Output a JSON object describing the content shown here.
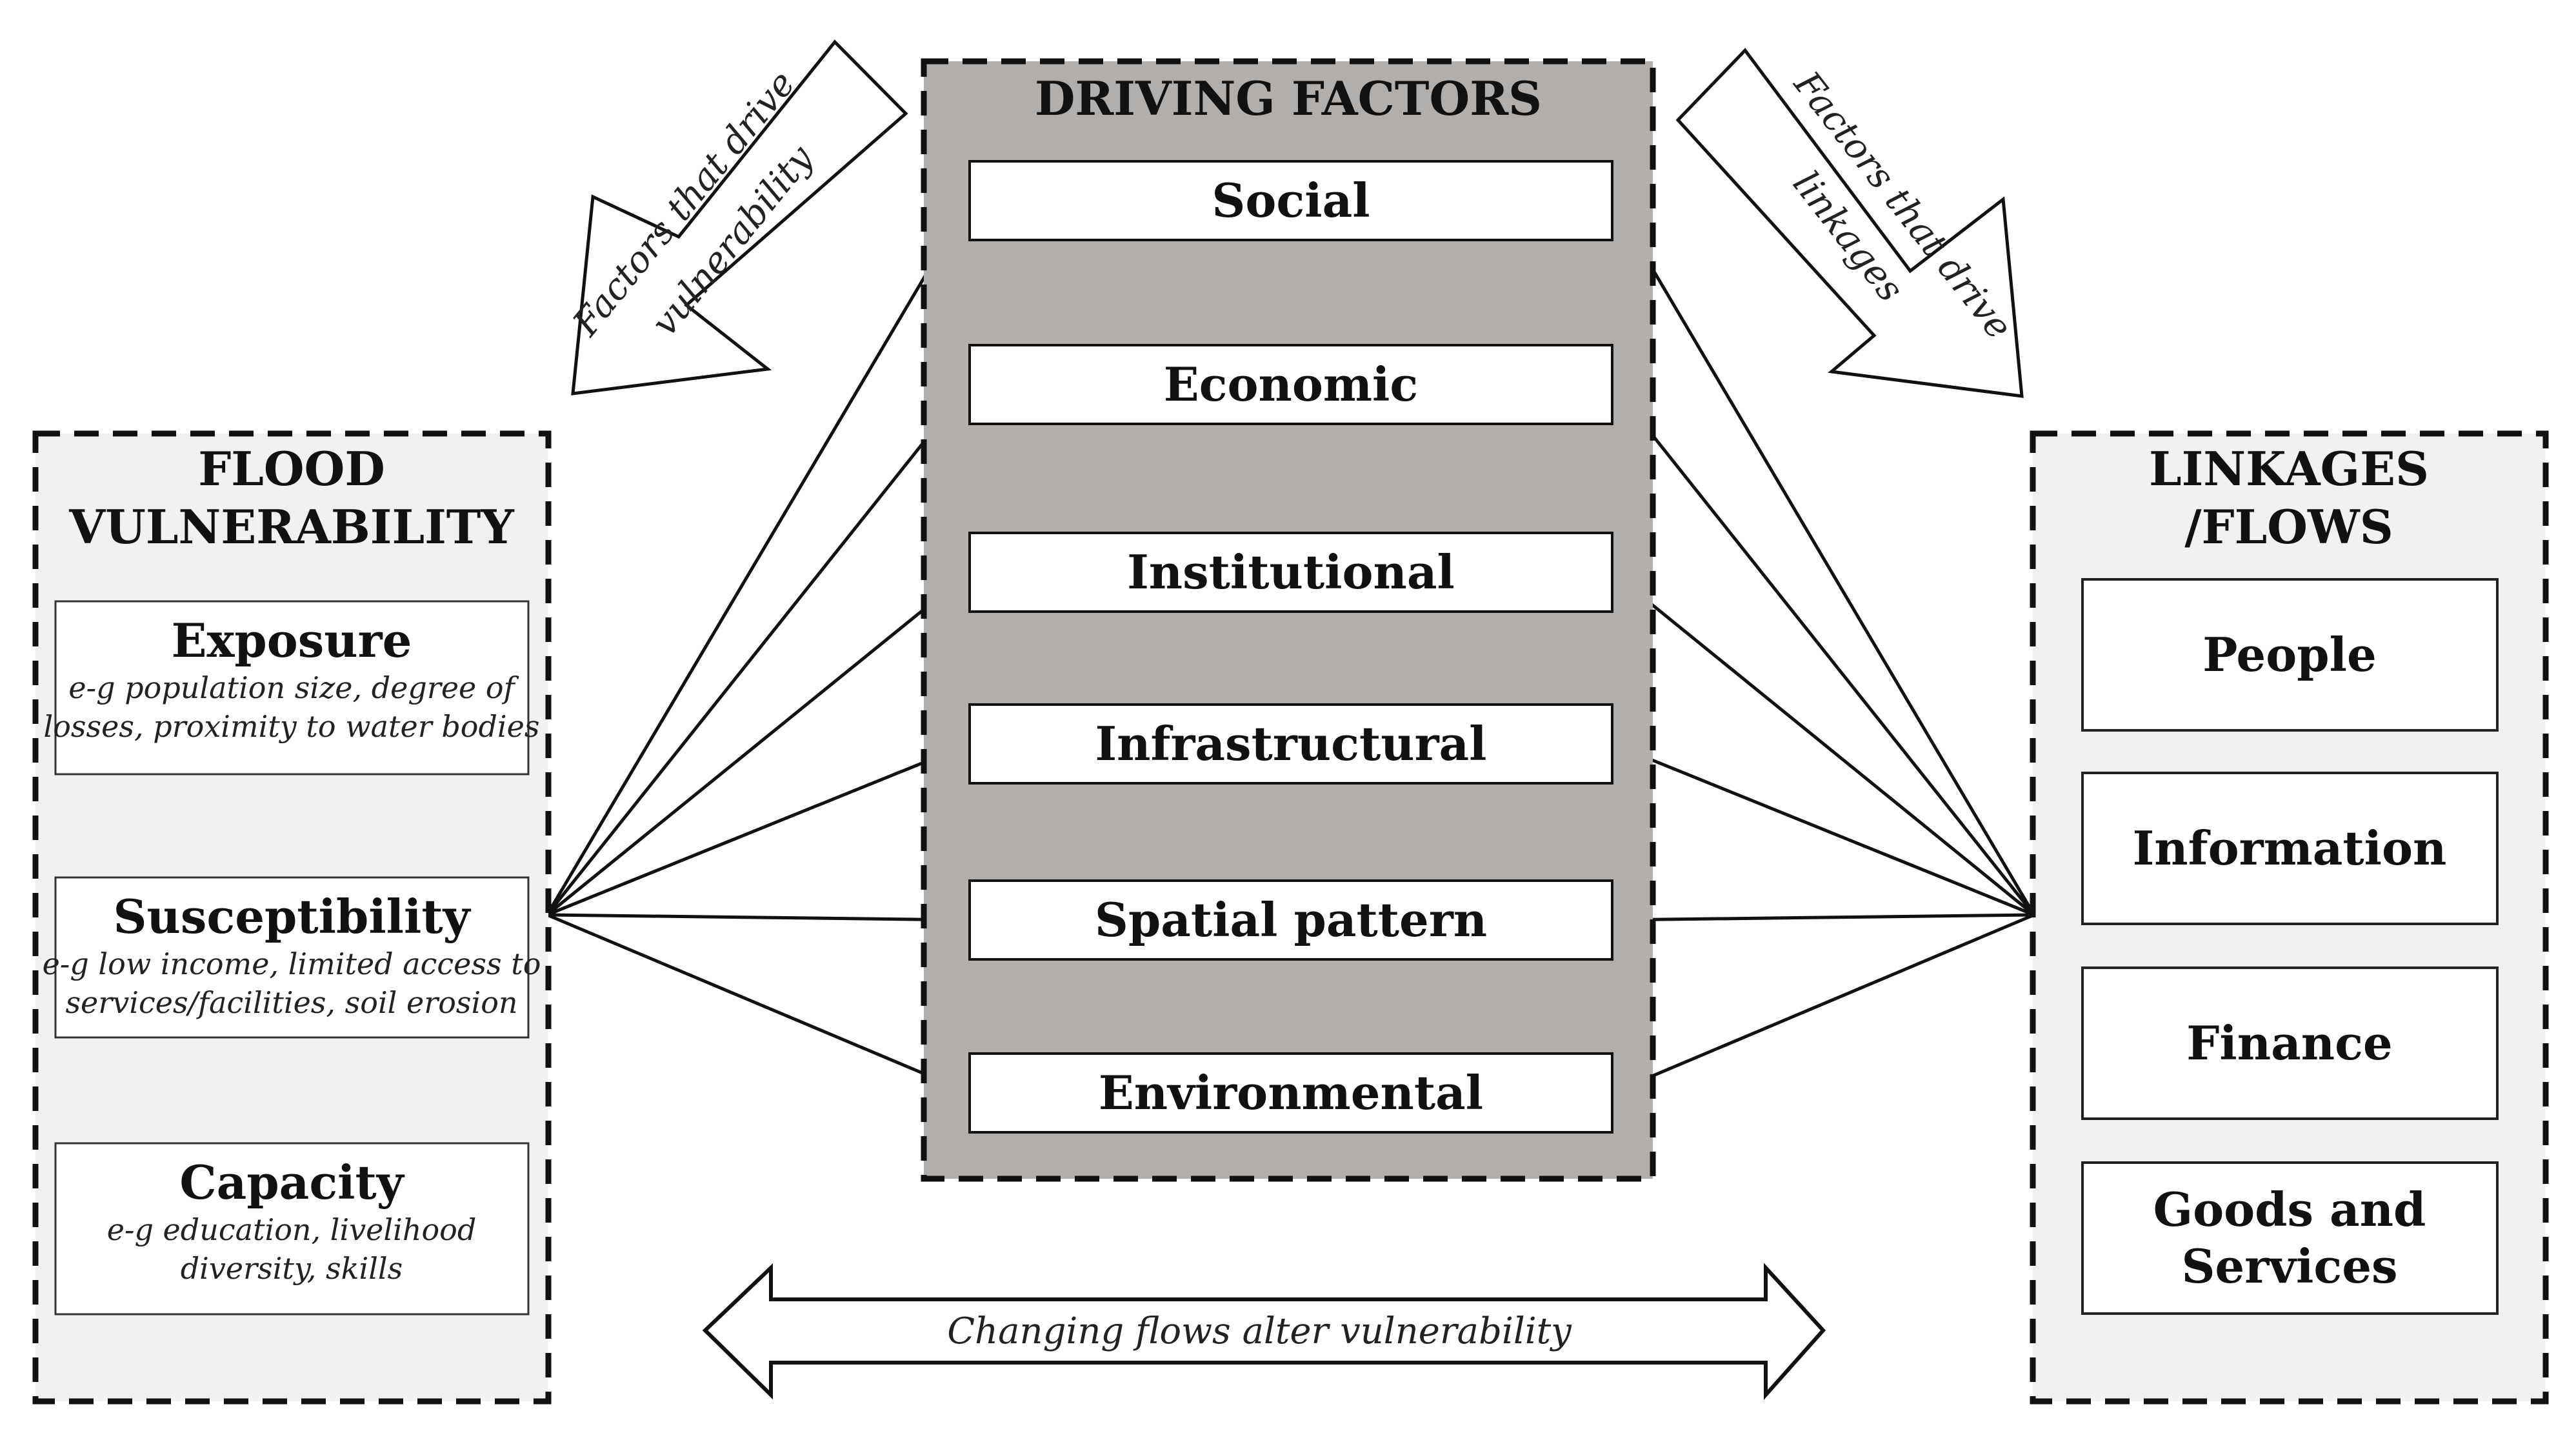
{
  "driving_factors": {
    "title": "DRIVING FACTORS",
    "items": [
      "Social",
      "Economic",
      "Institutional",
      "Infrastructural",
      "Spatial pattern",
      "Environmental"
    ]
  },
  "flood_vulnerability": {
    "title_line1": "FLOOD",
    "title_line2": "VULNERABILITY",
    "items": [
      {
        "label": "Exposure",
        "desc_line1": "e-g population size, degree of",
        "desc_line2": "losses, proximity to water bodies"
      },
      {
        "label": "Susceptibility",
        "desc_line1": "e-g low income, limited access to",
        "desc_line2": "services/facilities, soil erosion"
      },
      {
        "label": "Capacity",
        "desc_line1": "e-g education, livelihood",
        "desc_line2": "diversity, skills"
      }
    ]
  },
  "linkages": {
    "title_line1": "LINKAGES",
    "title_line2": "/FLOWS",
    "items": [
      {
        "line1": "People",
        "line2": ""
      },
      {
        "line1": "Information",
        "line2": ""
      },
      {
        "line1": "Finance",
        "line2": ""
      },
      {
        "line1": "Goods and",
        "line2": "Services"
      }
    ]
  },
  "arrows": {
    "left_line1": "Factors that drive",
    "left_line2": "vulnerability",
    "right_line1": "Factors that drive",
    "right_line2": "linkages",
    "bottom": "Changing flows alter vulnerability"
  },
  "colors": {
    "driving_panel_fill": "#b2aeab",
    "side_panel_fill": "#f1f1f1",
    "stroke": "#111111"
  }
}
